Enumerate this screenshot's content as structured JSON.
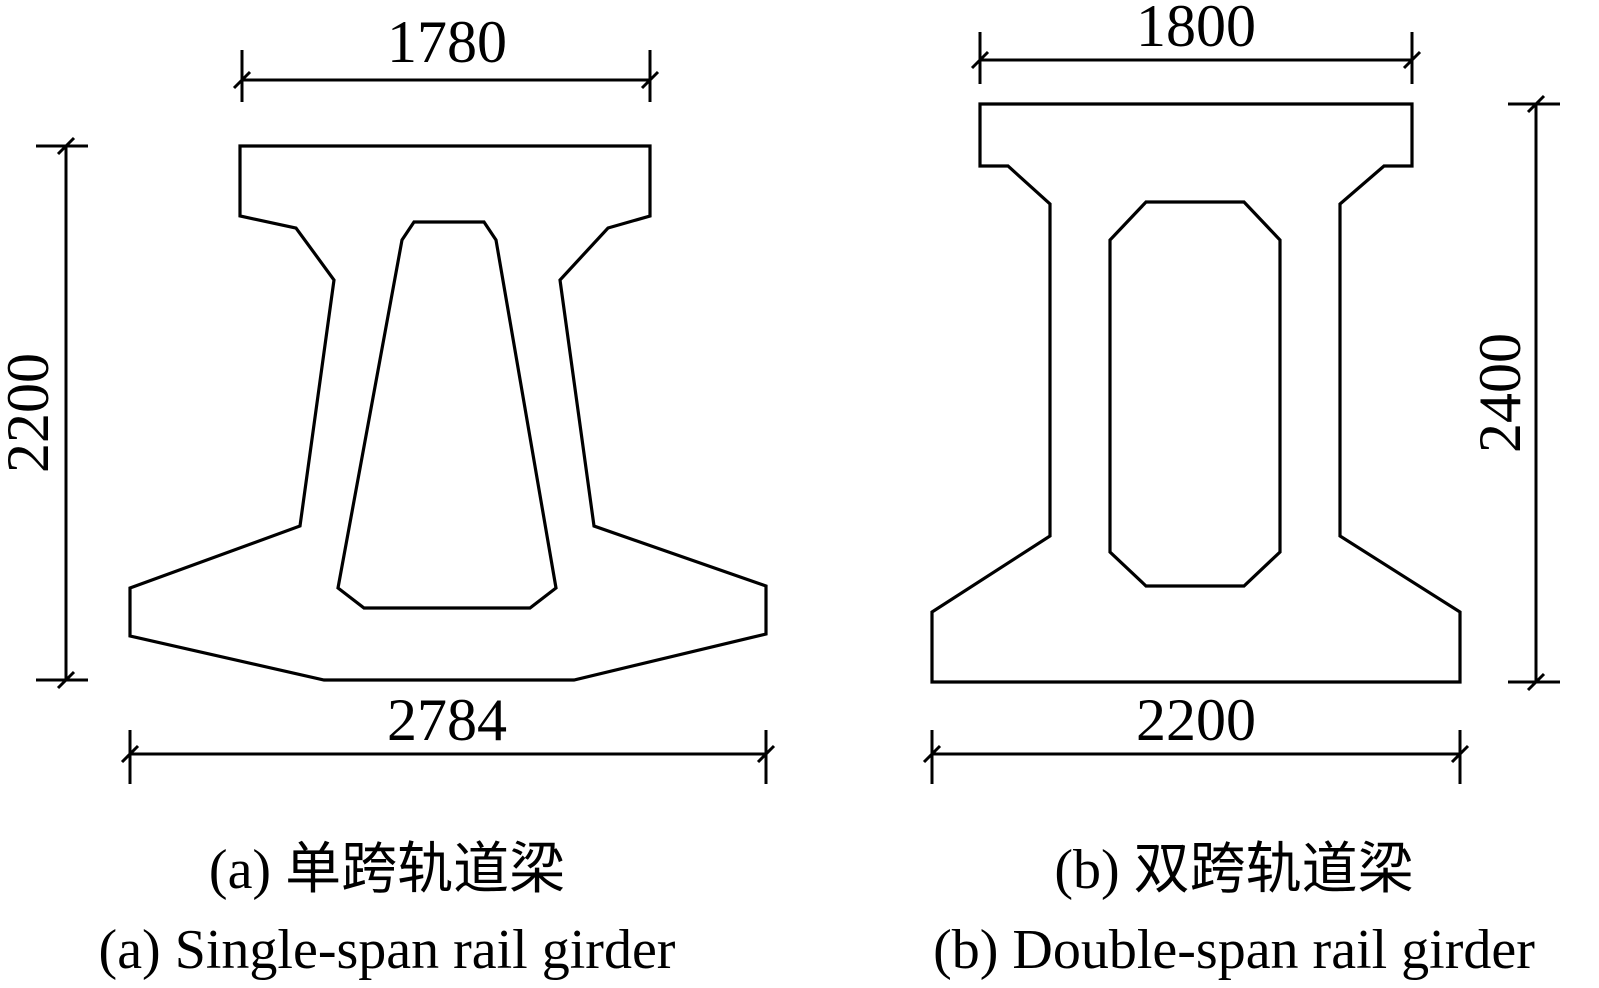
{
  "panel_a": {
    "dim_top": "1780",
    "dim_bottom": "2784",
    "dim_height": "2200",
    "caption_cn": "(a) 单跨轨道梁",
    "caption_en": "(a) Single-span rail girder"
  },
  "panel_b": {
    "dim_top": "1800",
    "dim_bottom": "2200",
    "dim_height": "2400",
    "caption_cn": "(b) 双跨轨道梁",
    "caption_en": "(b) Double-span rail girder"
  }
}
